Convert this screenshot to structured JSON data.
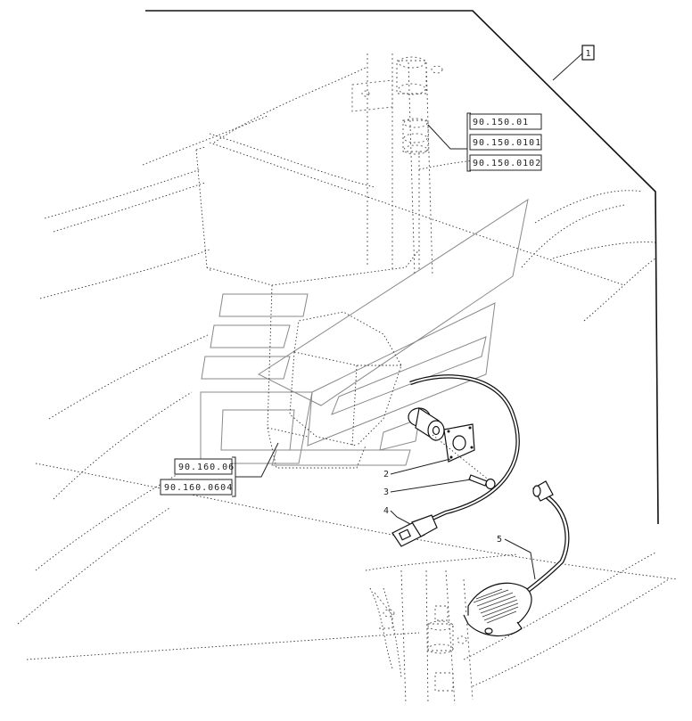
{
  "diagram": {
    "group_box": "1",
    "refs_top": [
      "90.150.01",
      "90.150.0101",
      "90.150.0102"
    ],
    "refs_left": [
      "90.160.06",
      "90.160.0604"
    ],
    "callouts": [
      "2",
      "3",
      "4",
      "5"
    ]
  },
  "colors": {
    "line": "#222222",
    "watermark": "#888888",
    "background": "#ffffff"
  }
}
